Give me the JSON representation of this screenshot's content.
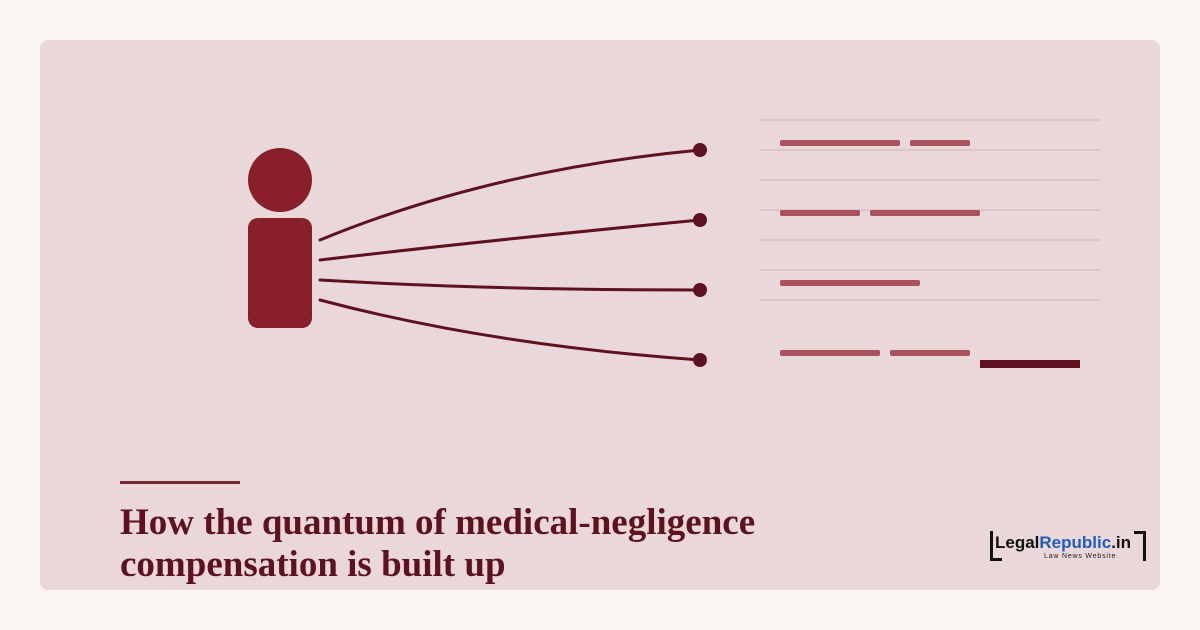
{
  "headline": {
    "line1": "How the quantum of medical-negligence",
    "line2": "compensation is built up"
  },
  "logo": {
    "legal": "Legal",
    "republic": "Republic",
    "tld": ".in",
    "tagline": "Law News Website"
  },
  "colors": {
    "page_background": "#faf5f0",
    "card_background": "#e9d7d9",
    "figure": "#8a1f2c",
    "connector": "#5e1220",
    "text_bar": "#a8525e",
    "guide_line": "#d9bfc3",
    "headline": "#5e1220",
    "logo_blue": "#1e5db8"
  },
  "icons": {
    "person": "person-icon"
  },
  "diagram": {
    "branch_count": 4,
    "heads_of_damage": [
      {
        "text_bars": 2,
        "emphasized": false
      },
      {
        "text_bars": 2,
        "emphasized": false
      },
      {
        "text_bars": 1,
        "emphasized": false
      },
      {
        "text_bars": 2,
        "emphasized": true
      }
    ]
  }
}
